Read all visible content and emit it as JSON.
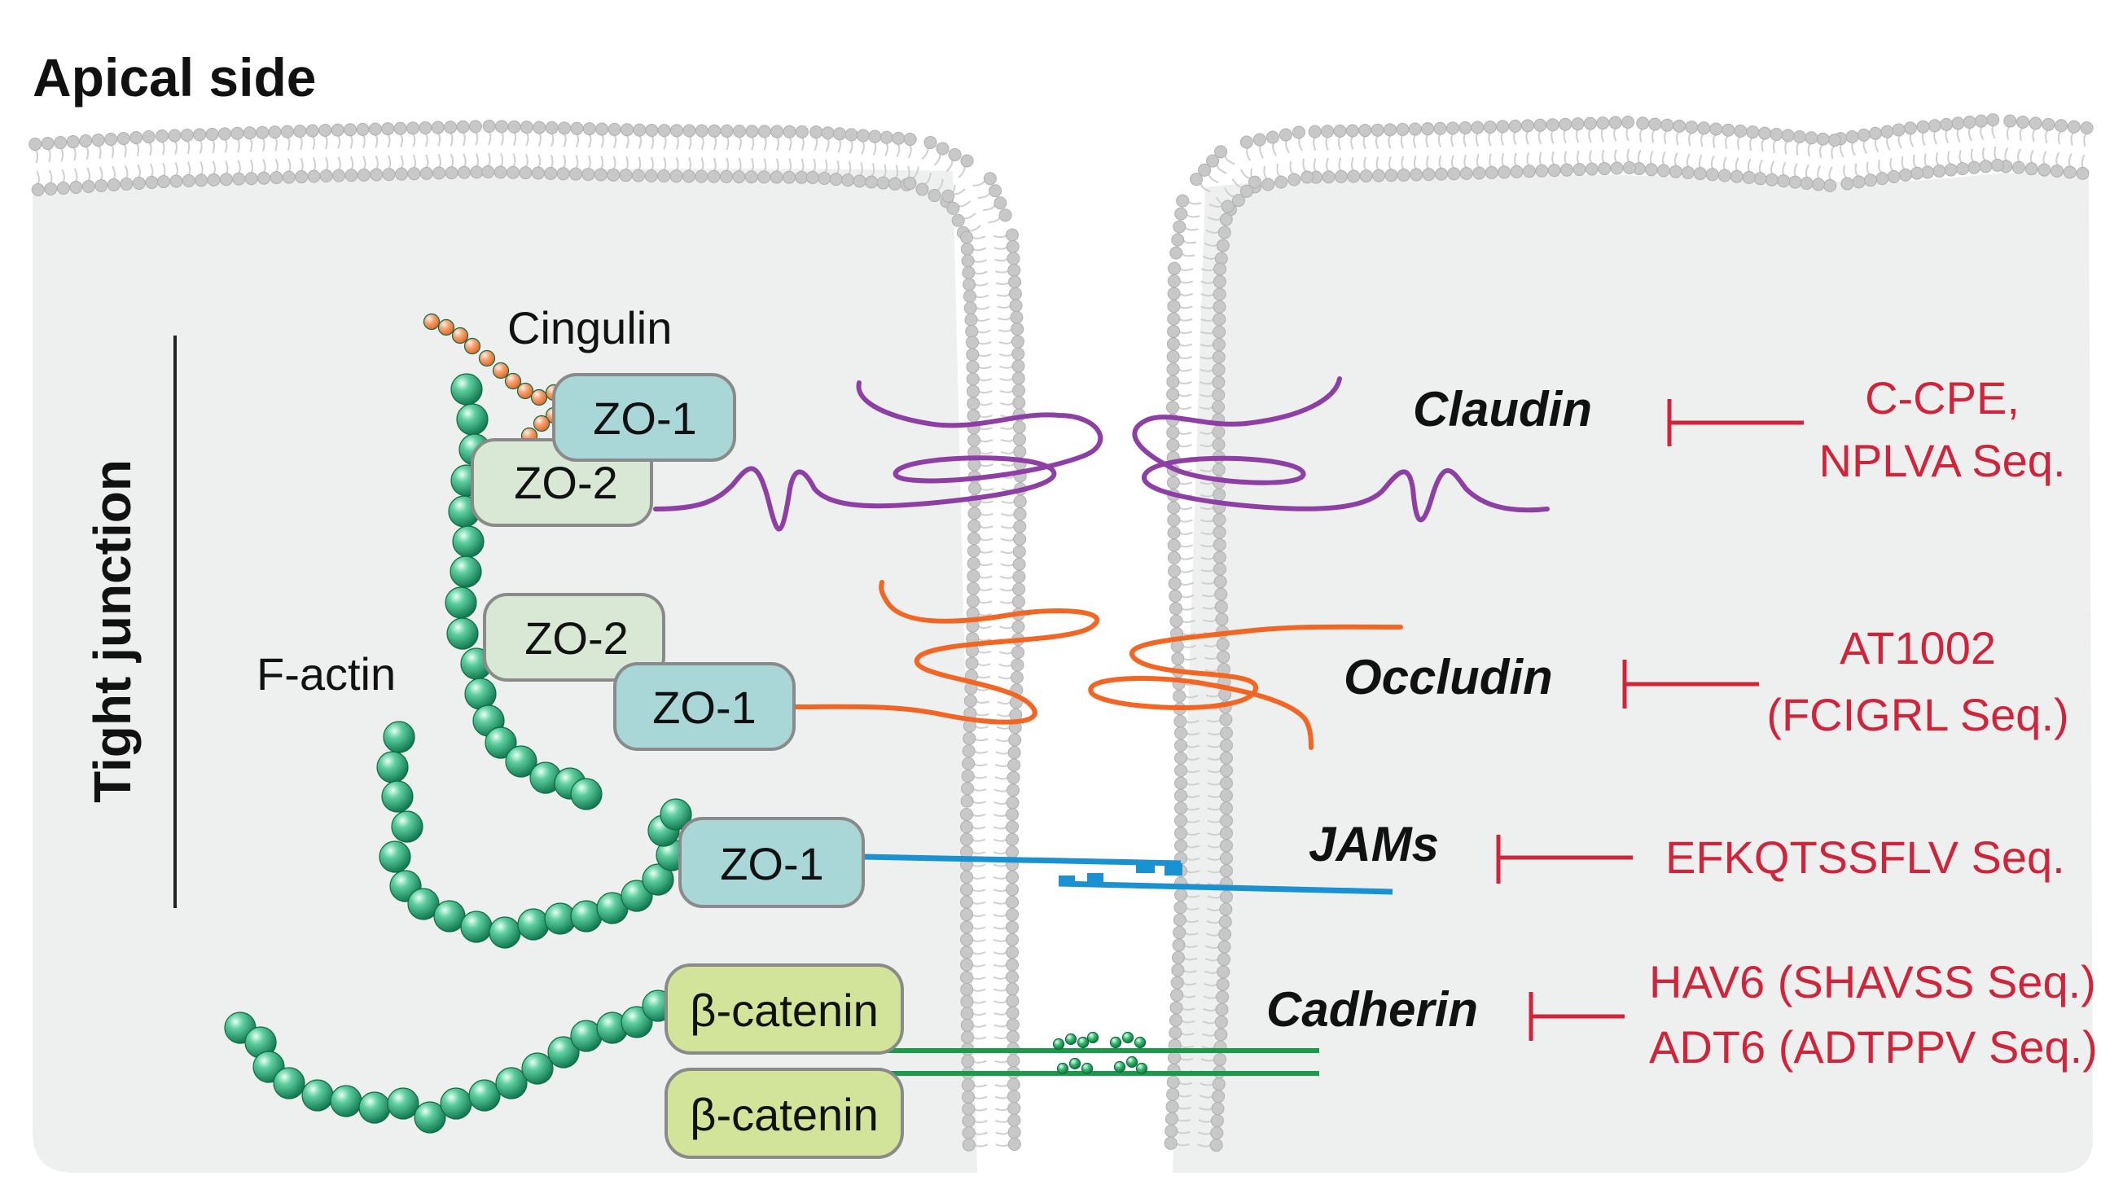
{
  "title": "Apical side",
  "side_label": "Tight junction",
  "labels": {
    "cingulin": "Cingulin",
    "f_actin": "F-actin"
  },
  "adaptors": {
    "zo1": "ZO-1",
    "zo2": "ZO-2",
    "beta_catenin": "β-catenin"
  },
  "proteins": [
    {
      "name": "Claudin",
      "inhibitors": [
        "C-CPE,",
        "NPLVA Seq."
      ]
    },
    {
      "name": "Occludin",
      "inhibitors": [
        "AT1002",
        "(FCIGRL Seq.)"
      ]
    },
    {
      "name": "JAMs",
      "inhibitors": [
        "EFKQTSSFLV Seq."
      ]
    },
    {
      "name": "Cadherin",
      "inhibitors": [
        "HAV6 (SHAVSS Seq.)",
        "ADT6 (ADTPPV Seq.)"
      ]
    }
  ],
  "colors": {
    "cytoplasm": "#eef0ef",
    "membrane": "#c4c4c4",
    "claudin": "#8e3fa6",
    "occludin": "#f26522",
    "jams": "#1a91d1",
    "cadherin": "#1a9a4a",
    "actin": "#1f9a6b",
    "cingulin": "#f7935a",
    "zo_box": "#a9d6d6",
    "zo2_box": "#d9e8d4",
    "catenin_box": "#d2e39a",
    "inhibitor": "#d0243a"
  }
}
